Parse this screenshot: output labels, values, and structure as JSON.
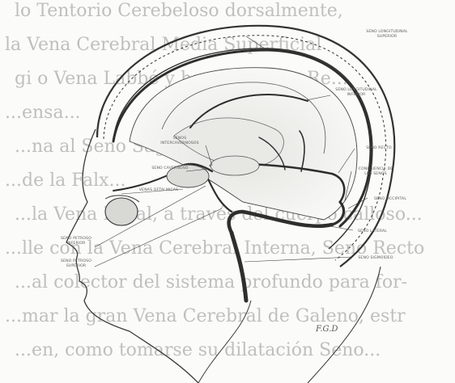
{
  "background_text": [
    "lo Tentorio Cerebeloso dorsalmente,",
    "la Vena Cerebral Media Superficial",
    "gi o Vena Labbé y hacia el Seno Re...",
    "...ensa...",
    "...na al Seno Sagital Superior...",
    "...de la Falx...",
    "...la Vena Basal, a través del cuerpo calloso...",
    "...lle con la Vena Cerebral Interna, Seno Recto",
    "...al colector del sistema profundo para for-",
    "...mar la gran Vena Cerebral de Galeno, estr",
    "...en, como tomarse su dilatación Seno..."
  ],
  "labels": [
    {
      "id": "seno-longitudinal-superior",
      "lines": [
        "SENO LONGITUDINAL",
        "SUPERIOR"
      ]
    },
    {
      "id": "seno-longitudinal-inferior",
      "lines": [
        "SENO LONGITUDINAL",
        "INFERIOR"
      ]
    },
    {
      "id": "senos-intercavernosos",
      "lines": [
        "SENOS",
        "INTERCAVERNOSOS"
      ]
    },
    {
      "id": "seno-recto",
      "lines": [
        "SENO RECTO"
      ]
    },
    {
      "id": "seno-cavernoso",
      "lines": [
        "SENO CAVERNOSO"
      ]
    },
    {
      "id": "confluencia-de-los-senos",
      "lines": [
        "CONFLUENCIA DE",
        "LOS SENOS"
      ]
    },
    {
      "id": "venas-oftalmicas",
      "lines": [
        "VENAS OFTALMICAS"
      ]
    },
    {
      "id": "seno-occipital",
      "lines": [
        "SENO OCCIPITAL"
      ]
    },
    {
      "id": "seno-lateral",
      "lines": [
        "SENO LATERAL"
      ]
    },
    {
      "id": "seno-petroso-inferior",
      "lines": [
        "SENO PETROSO",
        "INFERIOR"
      ]
    },
    {
      "id": "seno-petroso-superior",
      "lines": [
        "SENO PETROSO",
        "SUPERIOR"
      ]
    },
    {
      "id": "seno-sigmoideo",
      "lines": [
        "SENO SIGMOIDEO"
      ]
    }
  ],
  "signature": "F.G.D",
  "colors": {
    "line": "#2e2e2e",
    "fill_dark": "#3a3a3a",
    "label": "#5a5a5a"
  }
}
